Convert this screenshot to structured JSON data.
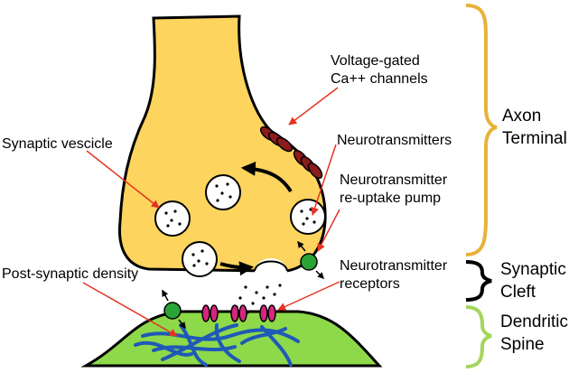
{
  "labels": {
    "voltage_gated": [
      "Voltage-gated",
      "Ca++ channels"
    ],
    "neurotransmitters": "Neurotransmitters",
    "reuptake_pump": [
      "Neurotransmitter",
      "re-uptake pump"
    ],
    "receptors": [
      "Neurotransmitter",
      "receptors"
    ],
    "synaptic_vesicle": "Synaptic vescicle",
    "post_synaptic_density": "Post-synaptic density"
  },
  "regions": {
    "axon_terminal": [
      "Axon",
      "Terminal"
    ],
    "synaptic_cleft": [
      "Synaptic",
      "Cleft"
    ],
    "dendritic_spine": [
      "Dendritic",
      "Spine"
    ]
  },
  "colors": {
    "axon_fill": "#fcd45e",
    "spine_fill": "#8ed94a",
    "axon_brace": "#e8b23a",
    "cleft_brace": "#000000",
    "spine_brace": "#a3d65c",
    "arrow_red": "#e53323",
    "ca_channel": "#8b1c1c",
    "receptor": "#d6257e",
    "pump": "#2aa437",
    "density": "#1f59b8"
  }
}
